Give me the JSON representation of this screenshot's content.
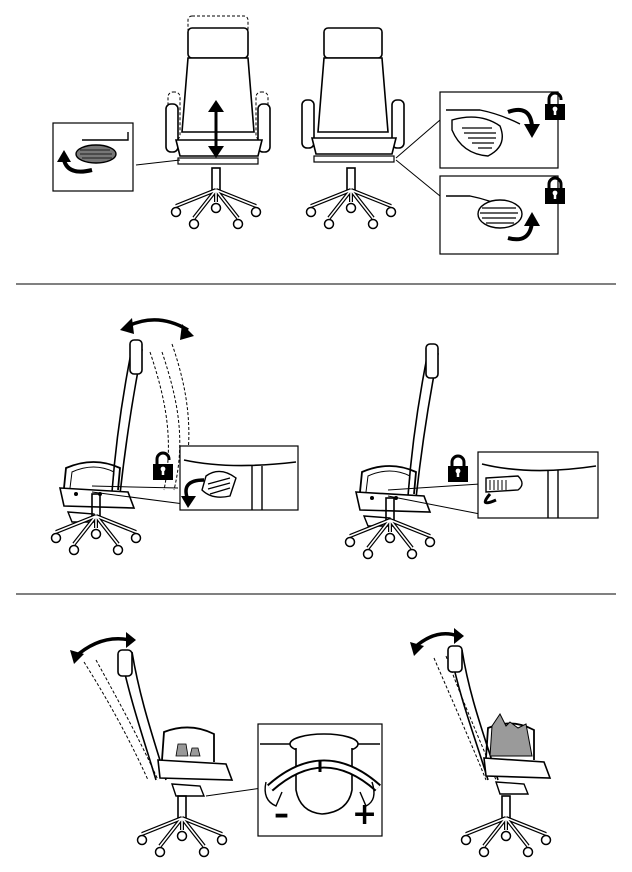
{
  "figure": {
    "panels": [
      {
        "id": "seat-height",
        "lever": "seat-height-lever"
      },
      {
        "id": "armrest-lock",
        "lock_states": [
          "unlocked",
          "locked"
        ]
      },
      {
        "id": "backrest-recline-lock",
        "lock_states": [
          "unlocked",
          "locked"
        ]
      },
      {
        "id": "tilt-tension",
        "knob": "tension-knob"
      }
    ],
    "tension_knob": {
      "decrease_symbol": "–",
      "increase_symbol": "+"
    },
    "colors": {
      "line": "#000000",
      "background": "#ffffff",
      "shaded": "#9a9a9a"
    }
  }
}
